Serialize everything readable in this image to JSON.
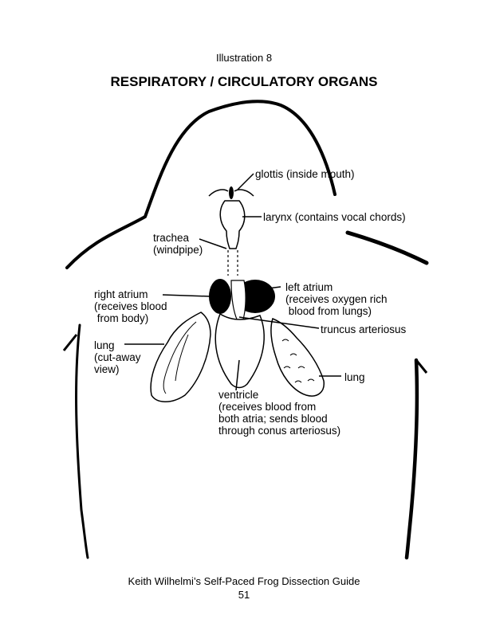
{
  "header": {
    "illustration_number": "Illustration 8",
    "title": "RESPIRATORY / CIRCULATORY ORGANS"
  },
  "labels": {
    "glottis": "glottis (inside mouth)",
    "larynx": "larynx (contains vocal chords)",
    "trachea": "trachea\n(windpipe)",
    "right_atrium": "right atrium\n(receives blood\n from body)",
    "left_atrium": "left atrium\n(receives oxygen rich\n blood from lungs)",
    "truncus": "truncus arteriosus",
    "lung_cutaway": "lung\n(cut-away\nview)",
    "lung": "lung",
    "ventricle": "ventricle\n(receives blood from\nboth atria; sends blood\nthrough conus arteriosus)"
  },
  "footer": {
    "credit": "Keith Wilhelmi’s Self-Paced Frog Dissection Guide",
    "page_number": "51"
  }
}
